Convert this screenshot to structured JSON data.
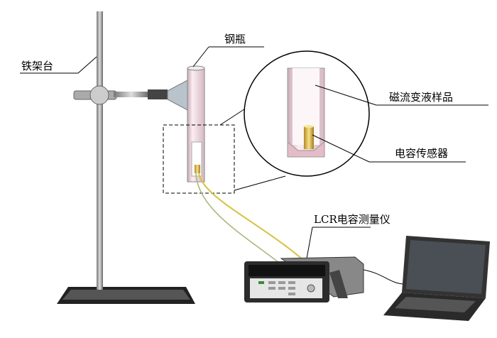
{
  "labels": {
    "stand": "铁架台",
    "cylinder": "钢瓶",
    "sample": "磁流变液样品",
    "sensor": "电容传感器",
    "meter": "LCR电容测量仪"
  },
  "colors": {
    "wire_yellow": "#d8c23a",
    "wire_green": "#a9b97a",
    "cylinder_tint": "#f3dfe6"
  }
}
